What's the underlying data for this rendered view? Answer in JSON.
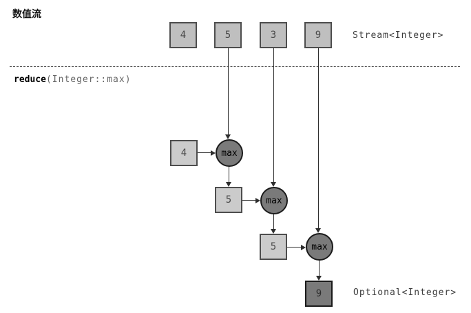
{
  "title": "数值流",
  "labels": {
    "stream_type": "Stream<Integer>",
    "optional_type": "Optional<Integer>"
  },
  "operation": {
    "name": "reduce",
    "signature": "(Integer::max)"
  },
  "stream": {
    "values": [
      "4",
      "5",
      "3",
      "9"
    ]
  },
  "reduction": {
    "steps": [
      {
        "accumulator": "4",
        "op": "max"
      },
      {
        "accumulator": "5",
        "op": "max"
      },
      {
        "accumulator": "5",
        "op": "max"
      }
    ],
    "result": "9"
  },
  "colors": {
    "box_fill": "#bfbfbf",
    "stage_fill": "#cbcbcb",
    "op_fill": "#7a7a7a",
    "result_fill": "#7a7a7a",
    "box_border": "#4d4d4d",
    "op_border": "#1a1a1a",
    "line": "#2e2e2e"
  }
}
